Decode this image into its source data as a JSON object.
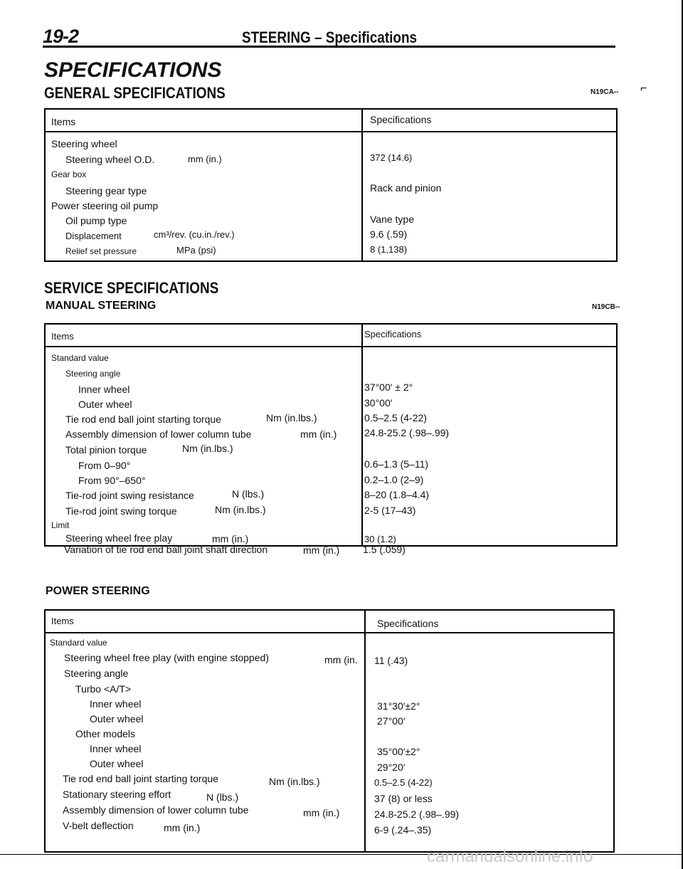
{
  "header": {
    "page_number": "19-2",
    "running_title": "STEERING – Specifications"
  },
  "title": "SPECIFICATIONS",
  "general": {
    "heading": "GENERAL SPECIFICATIONS",
    "code": "N19CA--",
    "col_items": "Items",
    "col_specs": "Specifications",
    "rows": [
      {
        "item": "Steering wheel",
        "unit": "",
        "spec": ""
      },
      {
        "item": "Steering wheel O.D.",
        "unit": "mm (in.)",
        "spec": "372 (14.6)"
      },
      {
        "item": "Gear box",
        "unit": "",
        "spec": ""
      },
      {
        "item": "Steering gear type",
        "unit": "",
        "spec": "Rack and pinion"
      },
      {
        "item": "Power steering oil pump",
        "unit": "",
        "spec": ""
      },
      {
        "item": "Oil pump type",
        "unit": "",
        "spec": "Vane type"
      },
      {
        "item": "Displacement",
        "unit": "cm³/rev. (cu.in./rev.)",
        "spec": "9.6 (.59)"
      },
      {
        "item": "Relief set pressure",
        "unit": "MPa (psi)",
        "spec": "8 (1,138)"
      }
    ]
  },
  "service": {
    "heading": "SERVICE SPECIFICATIONS",
    "manual": {
      "heading": "MANUAL STEERING",
      "code": "N19CB--",
      "col_items": "Items",
      "col_specs": "Specifications",
      "rows": [
        {
          "item": "Standard value",
          "unit": "",
          "spec": ""
        },
        {
          "item": "Steering angle",
          "unit": "",
          "spec": ""
        },
        {
          "item": "Inner wheel",
          "unit": "",
          "spec": "37°00′ ± 2°"
        },
        {
          "item": "Outer wheel",
          "unit": "",
          "spec": "30°00′"
        },
        {
          "item": "Tie rod end ball joint starting torque",
          "unit": "Nm (in.lbs.)",
          "spec": "0.5–2.5 (4-22)"
        },
        {
          "item": "Assembly dimension of lower column tube",
          "unit": "mm (in.)",
          "spec": "24.8-25.2 (.98–.99)"
        },
        {
          "item": "Total pinion torque",
          "unit": "Nm (in.lbs.)",
          "spec": ""
        },
        {
          "item": "From 0–90°",
          "unit": "",
          "spec": "0.6–1.3 (5–11)"
        },
        {
          "item": "From 90°–650°",
          "unit": "",
          "spec": "0.2–1.0 (2–9)"
        },
        {
          "item": "Tie-rod joint swing resistance",
          "unit": "N (lbs.)",
          "spec": "8–20 (1.8–4.4)"
        },
        {
          "item": "Tie-rod joint swing torque",
          "unit": "Nm (in.lbs.)",
          "spec": "2-5 (17–43)"
        },
        {
          "item": "Limit",
          "unit": "",
          "spec": ""
        },
        {
          "item": "Steering wheel free play",
          "unit": "mm (in.)",
          "spec": "30 (1.2)"
        },
        {
          "item": "Variation of tie rod end ball joint shaft direction",
          "unit": "mm (in.)",
          "spec": "1.5 (.059)"
        }
      ]
    },
    "power": {
      "heading": "POWER STEERING",
      "col_items": "Items",
      "col_specs": "Specifications",
      "rows": [
        {
          "item": "Standard value",
          "unit": "",
          "spec": ""
        },
        {
          "item": "Steering wheel free play (with engine stopped)",
          "unit": "mm (in.",
          "spec": "11 (.43)"
        },
        {
          "item": "Steering angle",
          "unit": "",
          "spec": ""
        },
        {
          "item": "Turbo <A/T>",
          "unit": "",
          "spec": ""
        },
        {
          "item": "Inner wheel",
          "unit": "",
          "spec": "31°30′±2°"
        },
        {
          "item": "Outer wheel",
          "unit": "",
          "spec": "27°00′"
        },
        {
          "item": "Other models",
          "unit": "",
          "spec": ""
        },
        {
          "item": "Inner wheel",
          "unit": "",
          "spec": "35°00′±2°"
        },
        {
          "item": "Outer wheel",
          "unit": "",
          "spec": "29°20′"
        },
        {
          "item": "Tie rod end ball joint starting torque",
          "unit": "Nm (in.lbs.)",
          "spec": "0.5–2.5 (4-22)"
        },
        {
          "item": "Stationary steering effort",
          "unit": "N (lbs.)",
          "spec": "37 (8) or less"
        },
        {
          "item": "Assembly dimension of lower column tube",
          "unit": "mm (in.)",
          "spec": "24.8-25.2 (.98–.99)"
        },
        {
          "item": "V-belt deflection",
          "unit": "mm (in.)",
          "spec": "6-9 (.24–.35)"
        }
      ]
    }
  },
  "footer": "carmanualsonline.info"
}
